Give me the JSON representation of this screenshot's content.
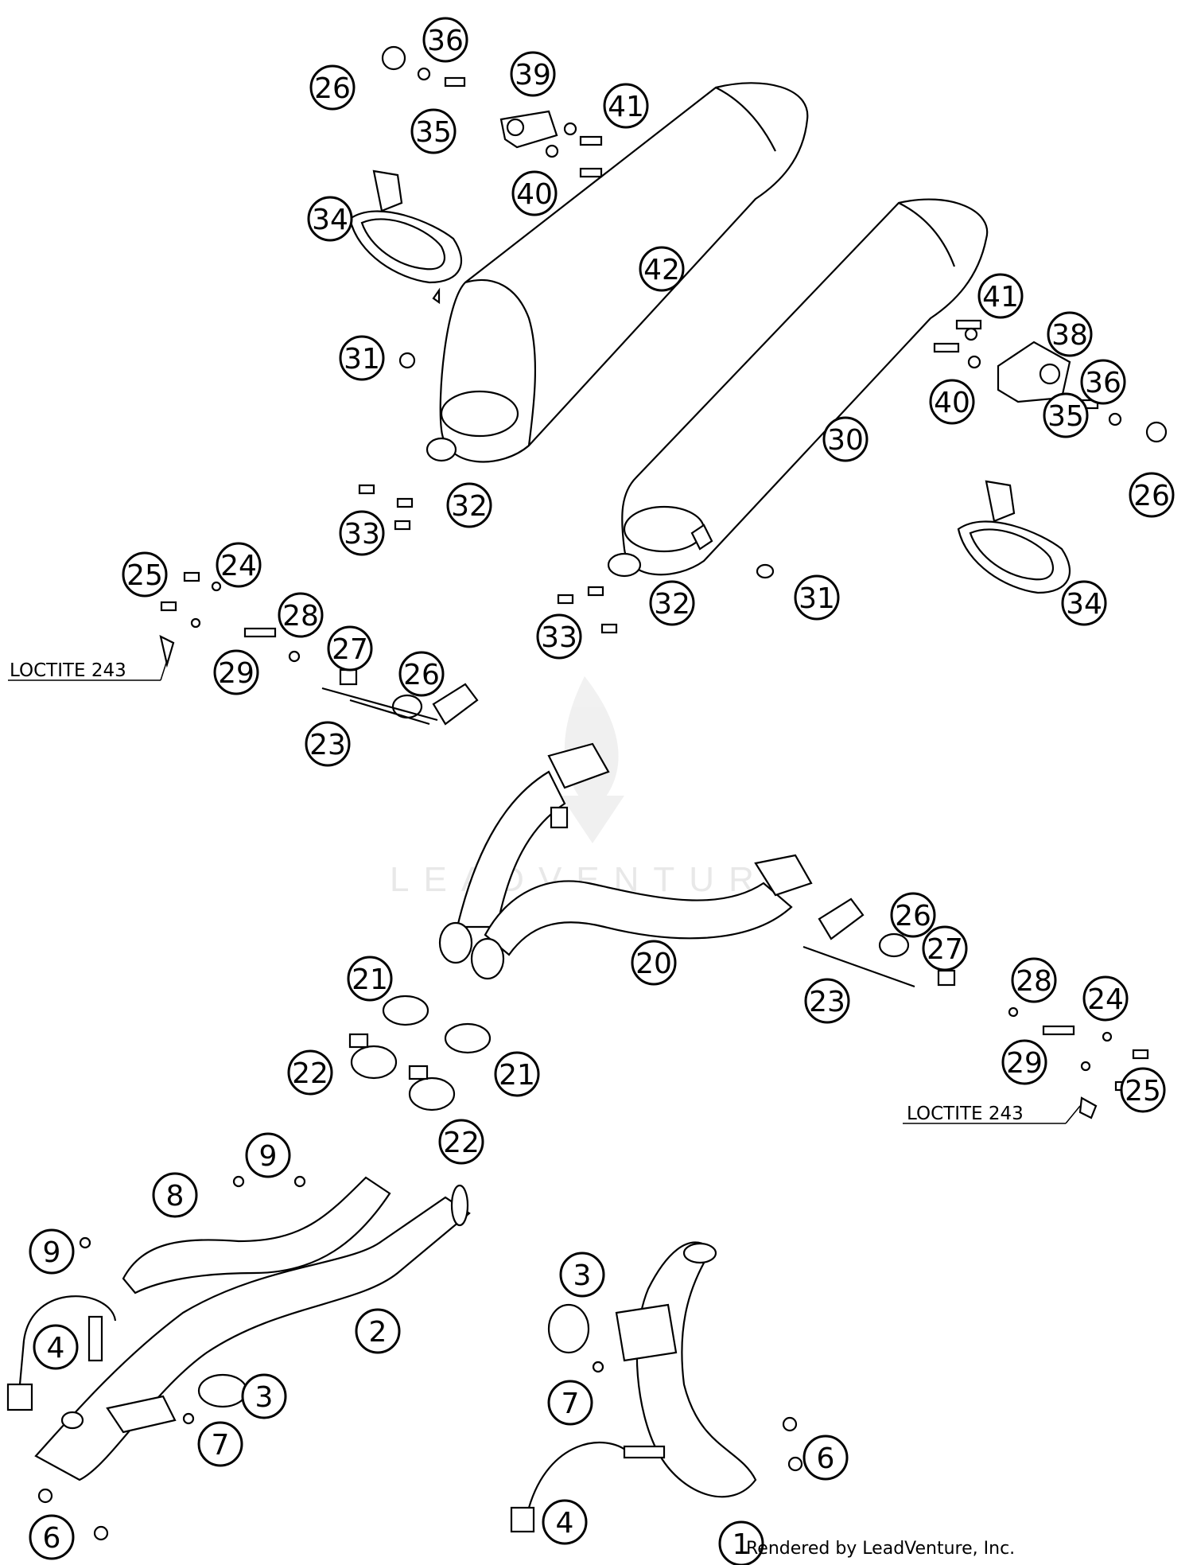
{
  "watermark": "LEADVENTURE",
  "credit": "Rendered by LeadVenture, Inc.",
  "notes": [
    "LOCTITE 243",
    "LOCTITE 243"
  ],
  "callouts": [
    "1",
    "2",
    "3",
    "3",
    "4",
    "4",
    "6",
    "6",
    "7",
    "7",
    "8",
    "9",
    "9",
    "20",
    "21",
    "21",
    "22",
    "22",
    "23",
    "23",
    "24",
    "24",
    "25",
    "25",
    "26",
    "26",
    "26",
    "26",
    "27",
    "27",
    "28",
    "28",
    "29",
    "29",
    "30",
    "31",
    "31",
    "32",
    "32",
    "33",
    "33",
    "34",
    "34",
    "35",
    "35",
    "36",
    "36",
    "38",
    "39",
    "40",
    "40",
    "41",
    "41",
    "42"
  ]
}
